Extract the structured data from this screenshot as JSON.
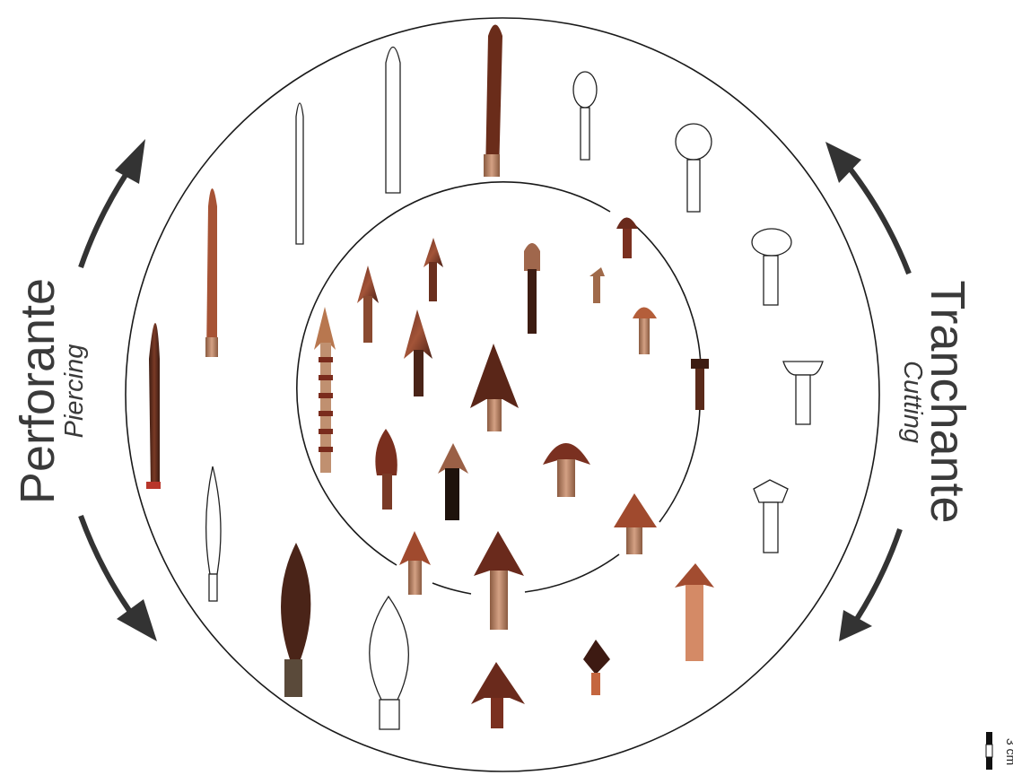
{
  "labels": {
    "left_main": "Perforante",
    "left_sub": "Piercing",
    "right_main": "Tranchante",
    "right_sub": "Cutting"
  },
  "scale_bar": {
    "text": "3 cm"
  },
  "colors": {
    "wood_dark": "#4a2418",
    "wood_mid": "#7a3a26",
    "wood_red": "#9a4a30",
    "binding": "#b8876a",
    "outline": "#222222",
    "arrow": "#333333"
  }
}
